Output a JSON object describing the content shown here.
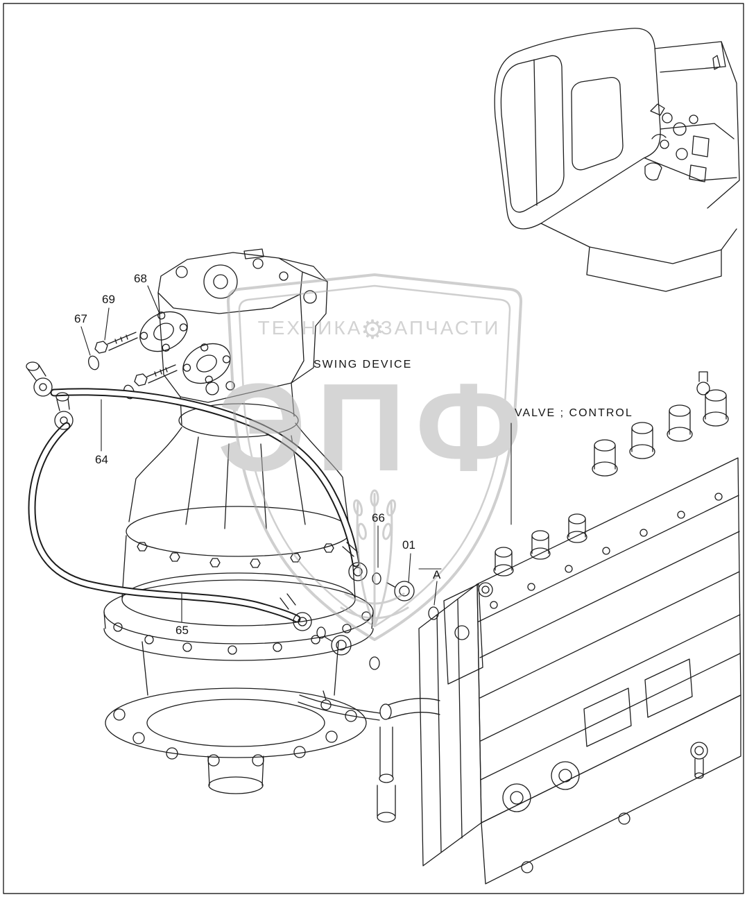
{
  "page": {
    "background": "#ffffff",
    "line_color": "#1c1c1c",
    "border_color": "#000000"
  },
  "captions": {
    "swing_device": "SWING DEVICE",
    "valve_control": "VALVE ; CONTROL"
  },
  "callouts": {
    "n67": "67",
    "n68": "68",
    "n69": "69",
    "n64": "64",
    "n65": "65",
    "n66": "66",
    "n01": "01",
    "nA": "A"
  },
  "watermark": {
    "word_left": "ТЕХНИКА",
    "word_right": "ЗАПЧАСТИ",
    "gear_icon": "⚙",
    "monogram": "ЭПФ",
    "color": "#b4b4b4"
  }
}
